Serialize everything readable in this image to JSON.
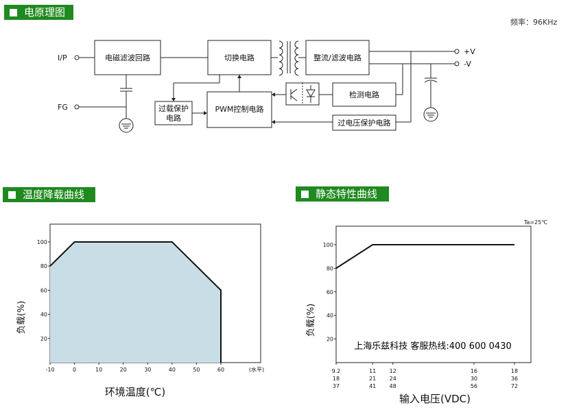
{
  "sections": {
    "circuit": "电原理图",
    "derating": "温度降载曲线",
    "static": "静态特性曲线"
  },
  "frequency": "频率：96KHz",
  "circuit": {
    "input_label": "I/P",
    "fg_label": "FG",
    "emi_filter": "电磁滤波回路",
    "switching": "切换电路",
    "rectifier": "整流/滤波电路",
    "detection": "检测电路",
    "pwm": "PWM控制电路",
    "overload_line1": "过载保护",
    "overload_line2": "电路",
    "overvoltage": "过电压保护电路",
    "out_pos": "+V",
    "out_neg": "-V"
  },
  "chart_data": [
    {
      "type": "area",
      "x": [
        -10,
        0,
        40,
        60,
        60
      ],
      "y": [
        80,
        100,
        100,
        60,
        0
      ],
      "xlim": [
        -10,
        60
      ],
      "ylim": [
        0,
        100
      ],
      "x_ticks": [
        "-10",
        "0",
        "10",
        "20",
        "30",
        "40",
        "50",
        "60"
      ],
      "y_ticks": [
        "20",
        "40",
        "60",
        "80",
        "100"
      ],
      "x_unit_note": "(水平)",
      "xlabel": "环境温度(℃)",
      "ylabel": "负载(%)",
      "fill_color": "#c9dde6"
    },
    {
      "type": "line",
      "x": [
        9.2,
        11,
        18
      ],
      "y": [
        80,
        100,
        100
      ],
      "xlim": [
        9.2,
        18
      ],
      "ylim": [
        0,
        100
      ],
      "x_tick_rows": [
        [
          "9.2",
          "11",
          "12",
          "16",
          "18"
        ],
        [
          "18",
          "21",
          "24",
          "30",
          "36"
        ],
        [
          "37",
          "41",
          "48",
          "56",
          "72"
        ]
      ],
      "y_ticks": [
        "20",
        "40",
        "60",
        "80",
        "100"
      ],
      "annotation": "Ta=25℃",
      "xlabel": "输入电压(VDC)",
      "ylabel": "负载(%)",
      "overlay_text": "上海乐兹科技 客服热线:400 600 0430"
    }
  ]
}
